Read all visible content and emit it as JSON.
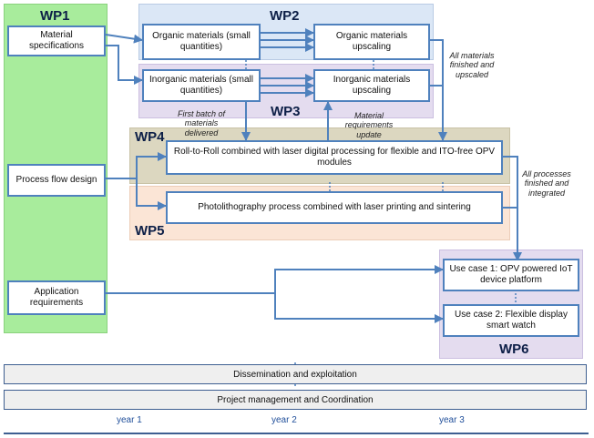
{
  "work_packages": {
    "wp1": "WP1",
    "wp2": "WP2",
    "wp3": "WP3",
    "wp4": "WP4",
    "wp5": "WP5",
    "wp6": "WP6"
  },
  "boxes": {
    "material_specifications": "Material specifications",
    "process_flow_design": "Process flow design",
    "application_requirements": "Application requirements",
    "organic_small": "Organic materials (small quantities)",
    "organic_upscaling": "Organic materials upscaling",
    "inorganic_small": "Inorganic materials (small quantities)",
    "inorganic_upscaling": "Inorganic materials upscaling",
    "roll_to_roll": "Roll-to-Roll combined with laser digital processing for flexible and ITO-free OPV modules",
    "photolithography": "Photolithography process combined with laser printing and sintering",
    "use_case_1": "Use case 1: OPV powered IoT device platform",
    "use_case_2": "Use case 2: Flexible display smart watch"
  },
  "notes": {
    "first_batch": "First batch of materials delivered",
    "material_requirements": "Material requirements update",
    "all_materials": "All materials finished and upscaled",
    "all_processes": "All processes finished and integrated"
  },
  "bands": {
    "dissemination": "Dissemination and exploitation",
    "management": "Project management and Coordination"
  },
  "timeline": {
    "year1": "year 1",
    "year2": "year 2",
    "year3": "year 3"
  },
  "colors": {
    "wp1": "#a8ec9c",
    "wp2": "#dbe7f6",
    "wp3": "#e4dcef",
    "wp4": "#dcd7c0",
    "wp5": "#fbe5d6",
    "wp6": "#e4dcef",
    "box_border": "#4f81bd",
    "arrow": "#4f81bd",
    "label": "#0d1f47"
  }
}
